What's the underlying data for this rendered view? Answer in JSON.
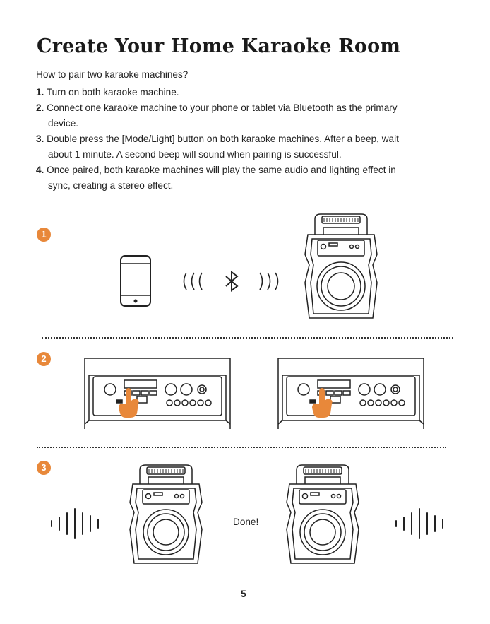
{
  "title": "Create Your Home Karaoke Room",
  "intro": "How to pair two karaoke machines?",
  "steps": [
    {
      "num": "1.",
      "line1": "Turn on both karaoke machine.",
      "line2": ""
    },
    {
      "num": "2.",
      "line1": "Connect one karaoke machine to your phone or tablet via Bluetooth as the primary",
      "line2": "device."
    },
    {
      "num": "3.",
      "line1": "Double press the [Mode/Light] button on both karaoke machines. After a beep, wait",
      "line2": "about 1 minute. A second beep will sound when pairing is successful."
    },
    {
      "num": "4.",
      "line1": "Once paired, both karaoke machines will play the same audio and lighting effect in",
      "line2": "sync, creating a stereo effect."
    }
  ],
  "badges": [
    "1",
    "2",
    "3"
  ],
  "done": "Done!",
  "page_number": "5",
  "colors": {
    "accent": "#e8883a",
    "ink": "#222222"
  },
  "icons": [
    "phone-icon",
    "bluetooth-icon",
    "speaker-icon",
    "control-panel-icon",
    "finger-press-icon",
    "soundwave-icon"
  ]
}
